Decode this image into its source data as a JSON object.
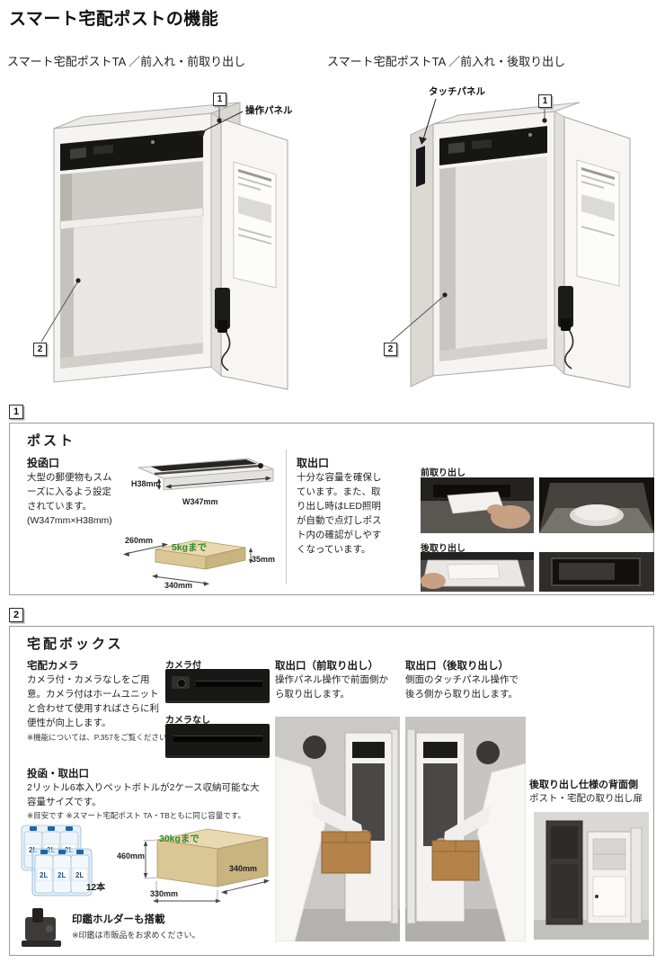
{
  "page": {
    "title": "スマート宅配ポストの機能"
  },
  "markers": {
    "post": "1",
    "box": "2"
  },
  "variants": {
    "left": {
      "title": "スマート宅配ポストTA ／前入れ・前取り出し",
      "callout": "操作パネル"
    },
    "right": {
      "title": "スマート宅配ポストTA ／前入れ・後取り出し",
      "callout": "タッチパネル"
    }
  },
  "post_section": {
    "heading": "ポスト",
    "slot": {
      "title": "投函口",
      "desc": "大型の郵便物もスムーズに入るよう設定されています。(W347mm×H38mm)",
      "dims": {
        "h": "H38mm",
        "w": "W347mm",
        "depth": "260mm",
        "weight": "5kgまで",
        "height": "35mm",
        "width": "340mm"
      }
    },
    "outlet": {
      "title": "取出口",
      "desc": "十分な容量を確保しています。また、取り出し時はLED照明が自動で点灯しポスト内の確認がしやすくなっています。",
      "front_label": "前取り出し",
      "rear_label": "後取り出し"
    }
  },
  "box_section": {
    "heading": "宅配ボックス",
    "camera": {
      "title": "宅配カメラ",
      "desc": "カメラ付・カメラなしをご用意。カメラ付はホームユニットと合わせて使用すればさらに利便性が向上します。",
      "note": "※機能については、P.357をご覧ください。",
      "with_label": "カメラ付",
      "without_label": "カメラなし"
    },
    "capacity": {
      "title": "投函・取出口",
      "desc": "2リットル6本入りペットボトルが2ケース収納可能な大容量サイズです。",
      "note": "※目安です ※スマート宅配ポスト TA・TBともに同じ容量です。",
      "dims": {
        "height": "460mm",
        "weight": "30kgまで",
        "depth": "340mm",
        "width": "330mm"
      },
      "bottles_label": "12本",
      "bottle_size": "2L"
    },
    "seal": {
      "title": "印鑑ホルダーも搭載",
      "note": "※印鑑は市販品をお求めください。"
    },
    "front_outlet": {
      "title": "取出口（前取り出し）",
      "desc": "操作パネル操作で前面側から取り出します。"
    },
    "rear_outlet": {
      "title": "取出口（後取り出し）",
      "desc": "側面のタッチパネル操作で後ろ側から取り出します。"
    },
    "rear_back": {
      "title": "後取り出し仕様の背面側",
      "desc": "ポスト・宅配の取り出し扉"
    }
  }
}
